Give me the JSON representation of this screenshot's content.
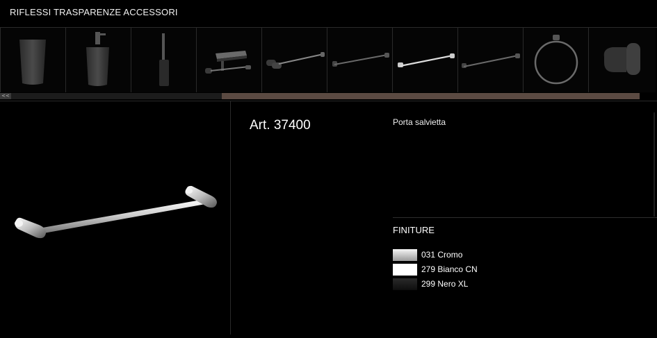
{
  "page": {
    "title": "RIFLESSI TRASPARENZE ACCESSORI"
  },
  "thumbnails": [
    {
      "icon": "glass-tumbler-icon"
    },
    {
      "icon": "soap-dispenser-icon"
    },
    {
      "icon": "toilet-brush-icon"
    },
    {
      "icon": "paper-holder-shelf-icon"
    },
    {
      "icon": "paper-holder-icon"
    },
    {
      "icon": "towel-bar-short-icon"
    },
    {
      "icon": "towel-bar-chrome-icon"
    },
    {
      "icon": "towel-bar-long-icon"
    },
    {
      "icon": "towel-ring-icon"
    },
    {
      "icon": "robe-hook-icon"
    }
  ],
  "scroll": {
    "prev_label": "<<"
  },
  "product": {
    "article": "Art. 37400",
    "description": "Porta salvietta"
  },
  "finishes": {
    "title": "FINITURE",
    "items": [
      {
        "label": "031 Cromo",
        "color": "#d9d9d9"
      },
      {
        "label": "279 Bianco CN",
        "color": "#ffffff"
      },
      {
        "label": "299 Nero XL",
        "color": "#1a1a1a"
      }
    ]
  },
  "colors": {
    "scroll_thumb": "#5b4a42",
    "divider": "#2a2a2a"
  }
}
